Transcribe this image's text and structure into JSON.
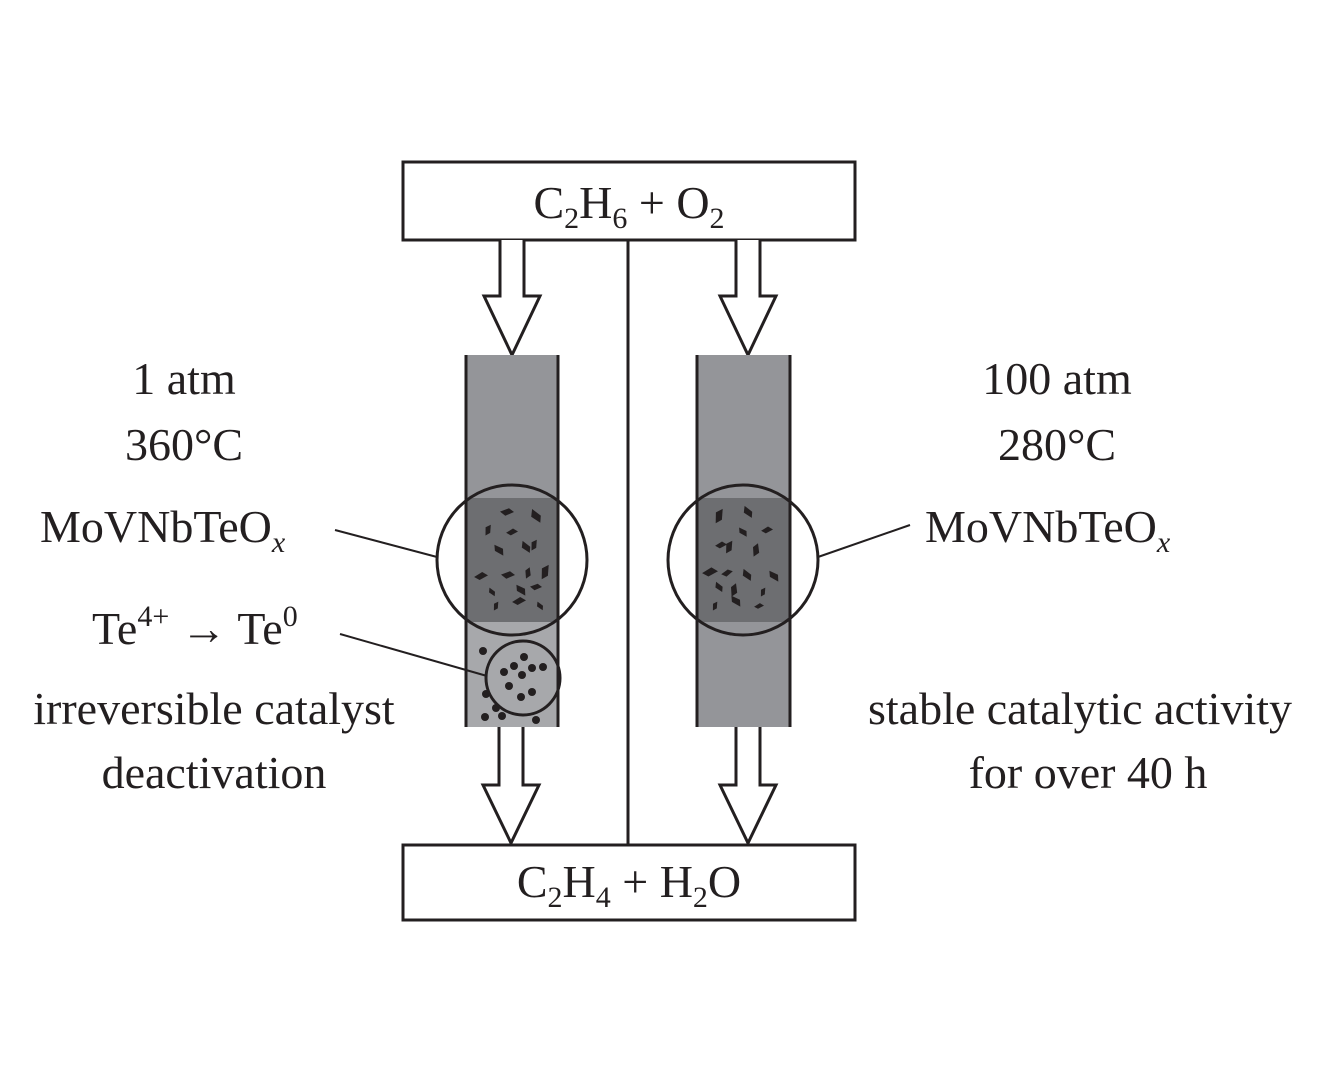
{
  "inlet": {
    "c": "C",
    "c_sub": "2",
    "h": "H",
    "h_sub": "6",
    "plus": " + O",
    "o_sub": "2"
  },
  "outlet": {
    "c": "C",
    "c_sub": "2",
    "h": "H",
    "h_sub": "4",
    "plus": " + H",
    "h2_sub": "2",
    "o": "O"
  },
  "left": {
    "pressure": "1 atm",
    "temperature": "360°C",
    "catalyst": "MoVNbTeO",
    "catalyst_sub": "x",
    "te_from": "Te",
    "te_from_sup": "4+",
    "arrow": " → Te",
    "te_to_sup": "0",
    "result_line1": "irreversible catalyst",
    "result_line2": "deactivation"
  },
  "right": {
    "pressure": "100 atm",
    "temperature": "280°C",
    "catalyst": "MoVNbTeO",
    "catalyst_sub": "x",
    "result_line1": "stable catalytic activity",
    "result_line2": "for over 40 h"
  },
  "colors": {
    "tube": "#949599",
    "tube_light": "#a7a8ab",
    "bed": "#6d6e71",
    "ink": "#231f20"
  }
}
